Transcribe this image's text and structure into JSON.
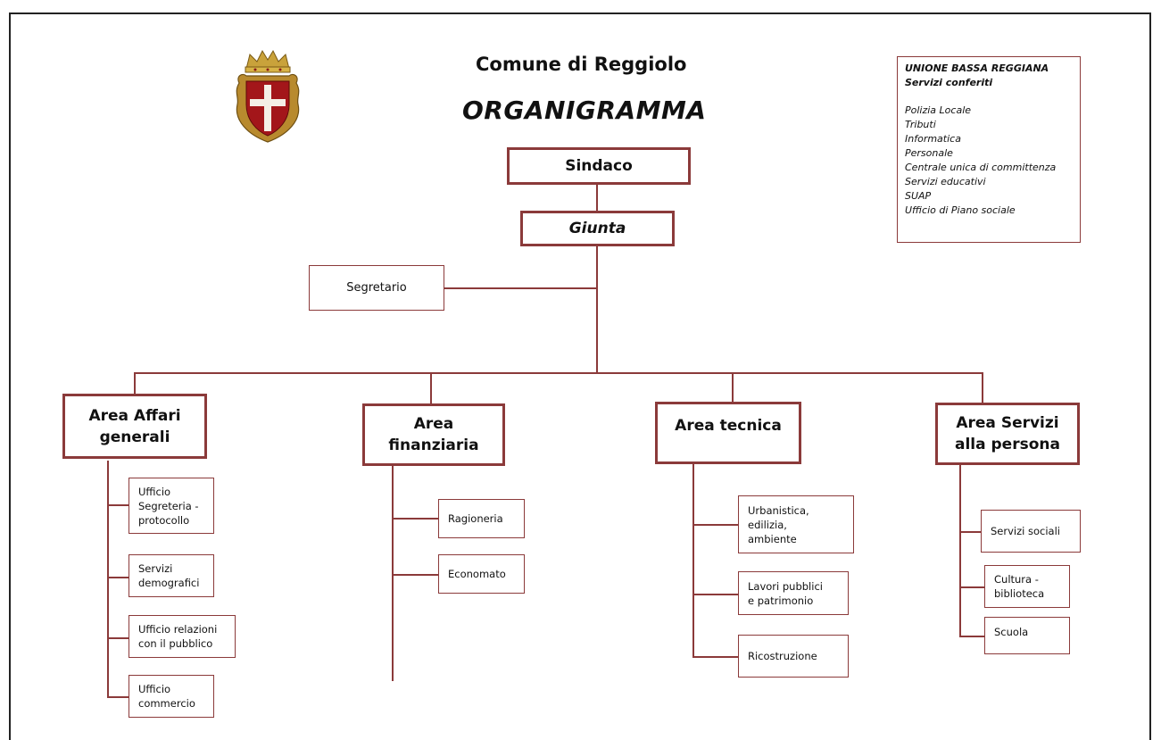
{
  "header": {
    "title": "Comune di Reggiolo",
    "subtitle": "ORGANIGRAMMA"
  },
  "union": {
    "title": "UNIONE BASSA REGGIANA",
    "subtitle": "Servizi conferiti",
    "services": [
      "Polizia Locale",
      "Tributi",
      "Informatica",
      "Personale",
      "Centrale unica di committenza",
      "Servizi educativi",
      "SUAP",
      "Ufficio di Piano sociale"
    ]
  },
  "top": {
    "sindaco": "Sindaco",
    "giunta": "Giunta",
    "segretario": "Segretario"
  },
  "areas": {
    "affari": {
      "label": "Area Affari\ngenerali",
      "offices": [
        "Ufficio\nSegreteria -\nprotocollo",
        "Servizi\ndemografici",
        "Ufficio relazioni\ncon il pubblico",
        "Ufficio\ncommercio"
      ]
    },
    "finanziaria": {
      "label": "Area\nfinanziaria",
      "offices": [
        "Ragioneria",
        "Economato"
      ]
    },
    "tecnica": {
      "label": "Area tecnica",
      "offices": [
        "Urbanistica,\nedilizia,\nambiente",
        "Lavori pubblici\ne patrimonio",
        "Ricostruzione"
      ]
    },
    "persona": {
      "label": "Area Servizi\nalla persona",
      "offices": [
        "Servizi sociali",
        "Cultura -\nbiblioteca",
        "Scuola"
      ]
    }
  },
  "colors": {
    "border": "#8b3a3a",
    "frame": "#222222"
  }
}
